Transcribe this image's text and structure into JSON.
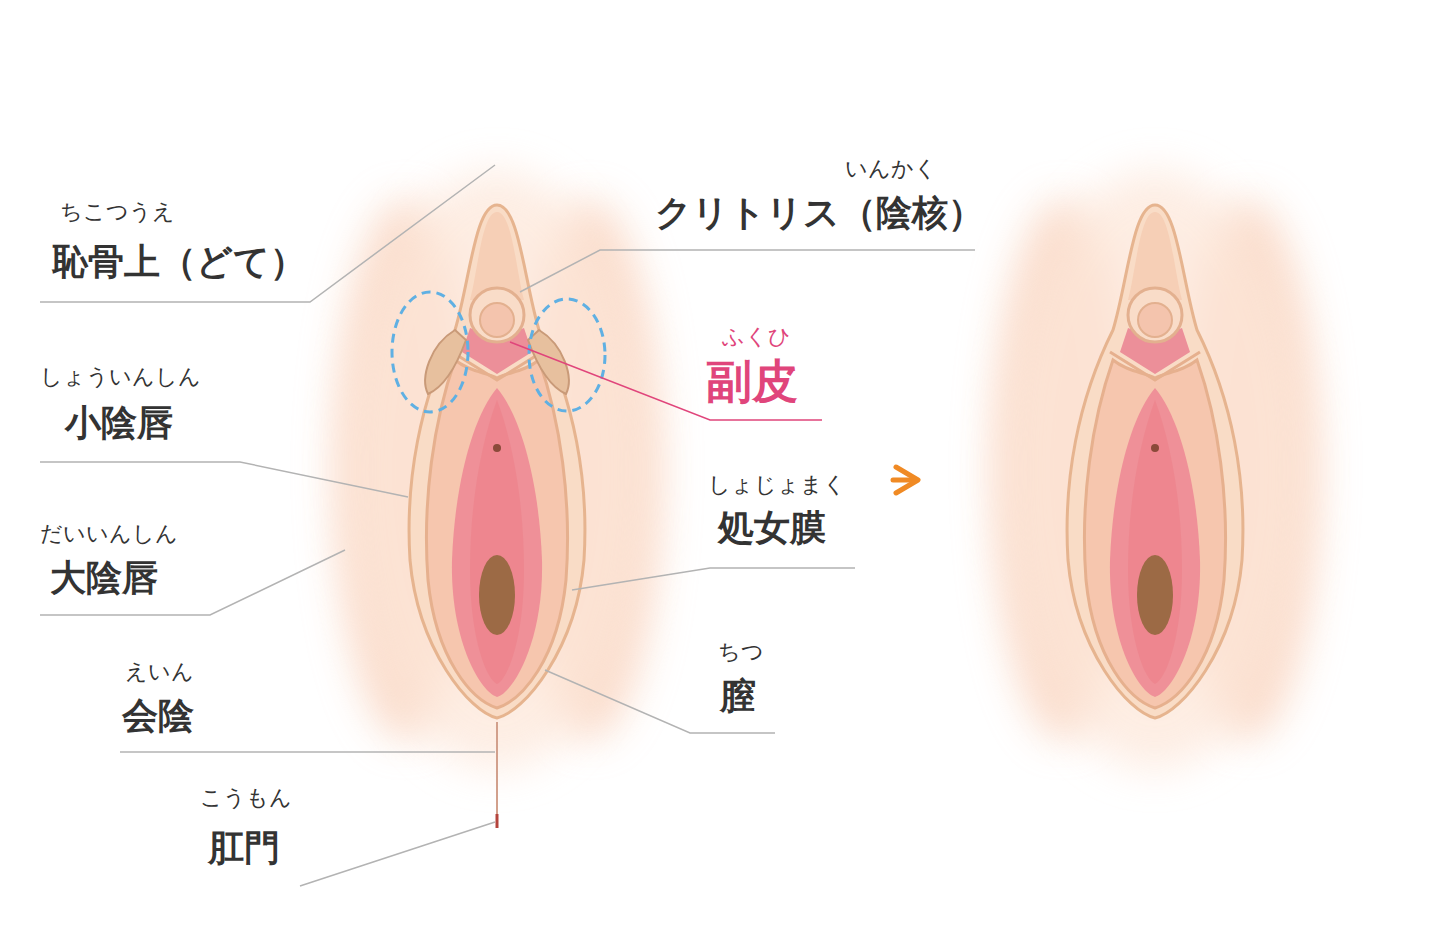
{
  "diagram": {
    "labels": [
      "ちこつうえ",
      "恥骨上（どて）",
      "しょういんしん",
      "小陰唇",
      "だいいんしん",
      "大陰唇",
      "えいん",
      "会陰",
      "こうもん",
      "肛門",
      "いんかく",
      "クリトリス（陰核）",
      "ふくひ",
      "副皮",
      "しょじょまく",
      "処女膜",
      "ちつ",
      "膣"
    ]
  }
}
